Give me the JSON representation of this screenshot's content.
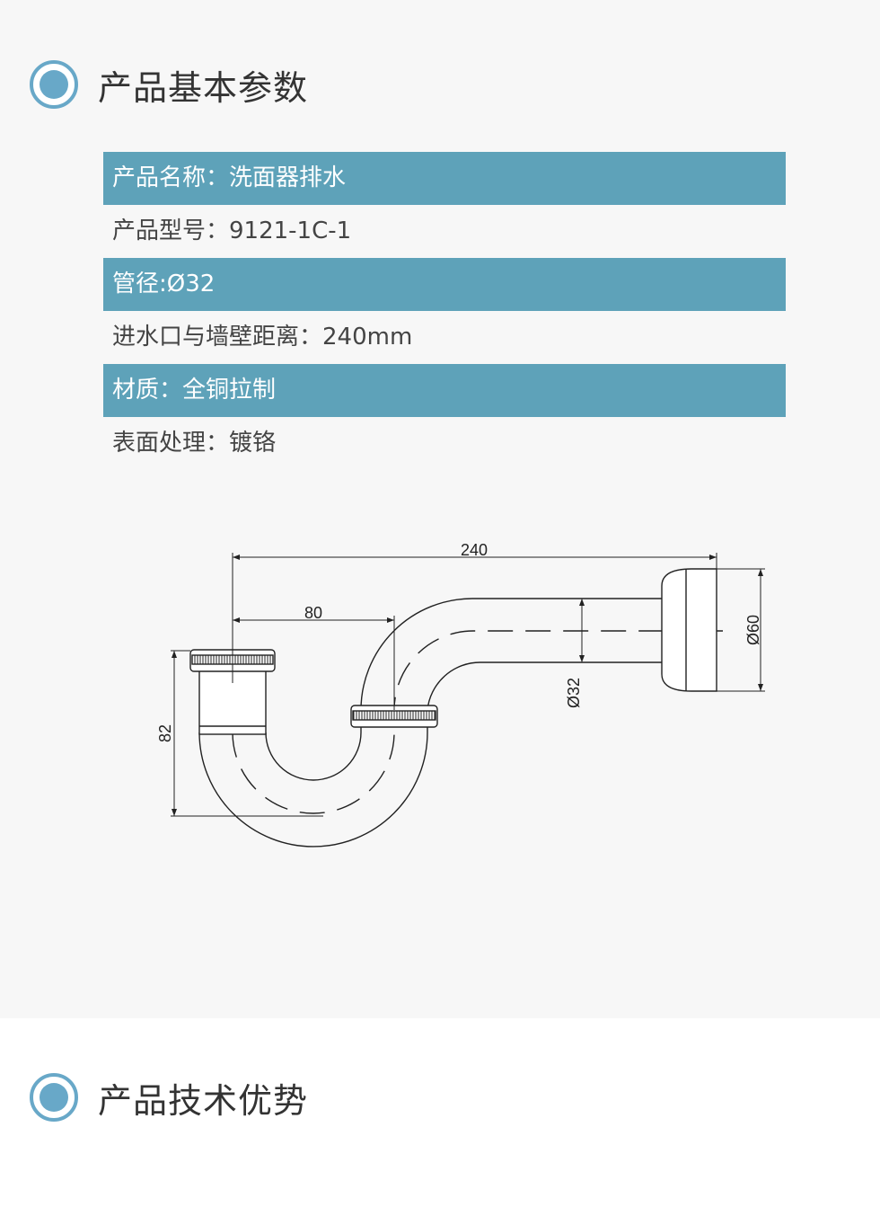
{
  "heading1": {
    "title": "产品基本参数",
    "icon": "target-circle-icon"
  },
  "specs": [
    {
      "text": "产品名称：洗面器排水",
      "highlight": true
    },
    {
      "text": "产品型号：9121-1C-1",
      "highlight": false
    },
    {
      "text": "管径:Ø32",
      "highlight": true
    },
    {
      "text": "进水口与墙壁距离：240mm",
      "highlight": false
    },
    {
      "text": "材质：全铜拉制",
      "highlight": true
    },
    {
      "text": "表面处理：镀铬",
      "highlight": false
    }
  ],
  "diagram": {
    "dim_240": "240",
    "dim_80": "80",
    "dim_82": "82",
    "dim_phi32": "Ø32",
    "dim_phi60": "Ø60"
  },
  "heading2": {
    "title": "产品技术优势",
    "icon": "target-circle-icon"
  },
  "colors": {
    "accent": "#5ea2b9",
    "ring": "#68a8c8",
    "background": "#f7f7f7"
  }
}
